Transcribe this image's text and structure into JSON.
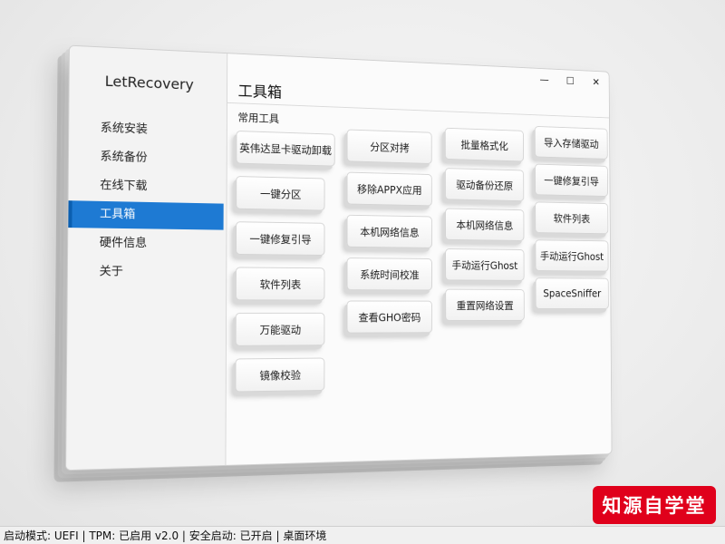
{
  "app": {
    "title": "LetRecovery"
  },
  "window_controls": {
    "minimize": "—",
    "maximize": "☐",
    "close": "✕"
  },
  "sidebar": {
    "items": [
      {
        "label": "系统安装",
        "active": false
      },
      {
        "label": "系统备份",
        "active": false
      },
      {
        "label": "在线下载",
        "active": false
      },
      {
        "label": "工具箱",
        "active": true
      },
      {
        "label": "硬件信息",
        "active": false
      },
      {
        "label": "关于",
        "active": false
      }
    ]
  },
  "main": {
    "title": "工具箱",
    "section_label": "常用工具",
    "columns": [
      [
        "英伟达显卡驱动卸载",
        "一键分区",
        "一键修复引导",
        "软件列表",
        "万能驱动",
        "镜像校验"
      ],
      [
        "分区对拷",
        "移除APPX应用",
        "本机网络信息",
        "系统时间校准",
        "查看GHO密码"
      ],
      [
        "批量格式化",
        "驱动备份还原",
        "本机网络信息",
        "手动运行Ghost",
        "重置网络设置"
      ],
      [
        "导入存储驱动",
        "一键修复引导",
        "软件列表",
        "手动运行Ghost",
        "SpaceSniffer"
      ]
    ]
  },
  "status_bar": {
    "text": "启动模式: UEFI | TPM: 已启用 v2.0 | 安全启动: 已开启 | 桌面环境"
  },
  "watermark": {
    "text": "知源自学堂"
  },
  "colors": {
    "accent": "#1e7ad3",
    "watermark": "#e0001b"
  }
}
